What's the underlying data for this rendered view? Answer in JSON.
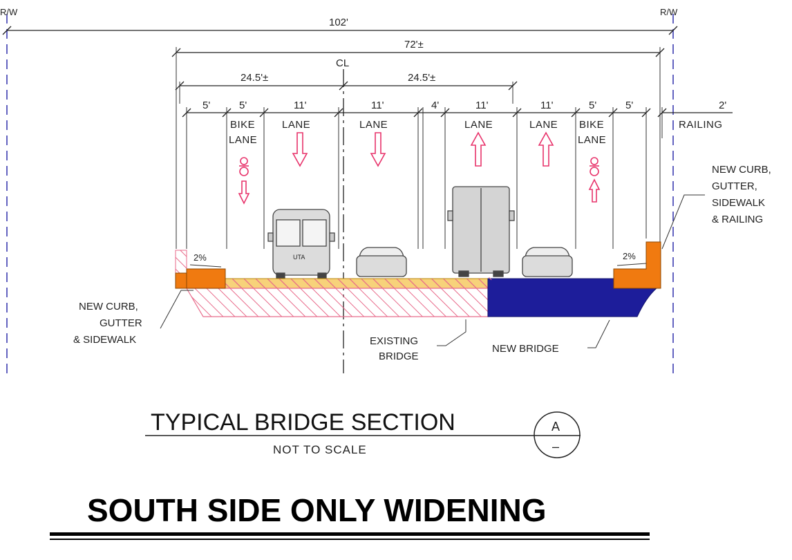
{
  "dimensions": {
    "row_total": "102'",
    "row_left": "R/W",
    "row_right": "R/W",
    "overall": "72'±",
    "centerline": "CL",
    "half_left": "24.5'±",
    "half_right": "24.5'±",
    "seg": [
      "5'",
      "5'",
      "11'",
      "11'",
      "4'",
      "11'",
      "11'",
      "5'",
      "5'",
      "2'"
    ]
  },
  "lane_labels": {
    "bike_left_1": "BIKE",
    "bike_left_2": "LANE",
    "lane_1": "LANE",
    "lane_2": "LANE",
    "lane_3": "LANE",
    "lane_4": "LANE",
    "bike_right_1": "BIKE",
    "bike_right_2": "LANE",
    "railing": "RAILING"
  },
  "slopes": {
    "left": "2%",
    "right": "2%"
  },
  "vehicles": {
    "bus_text": "UTA"
  },
  "callouts": {
    "left_1": "NEW CURB,",
    "left_2": "GUTTER",
    "left_3": "& SIDEWALK",
    "existing_1": "EXISTING",
    "existing_2": "BRIDGE",
    "new_bridge": "NEW BRIDGE",
    "right_1": "NEW CURB,",
    "right_2": "GUTTER,",
    "right_3": "SIDEWALK",
    "right_4": "& RAILING"
  },
  "title_block": {
    "title": "TYPICAL BRIDGE SECTION",
    "subtitle": "NOT TO SCALE",
    "section_letter": "A",
    "section_sheet": "–"
  },
  "banner": "SOUTH SIDE ONLY WIDENING",
  "colors": {
    "row_line": "#3b3bb0",
    "arrow": "#e8336b",
    "curb": "#f07a10",
    "new_bridge": "#1d1d9a",
    "hatch": "#e86a8a"
  }
}
